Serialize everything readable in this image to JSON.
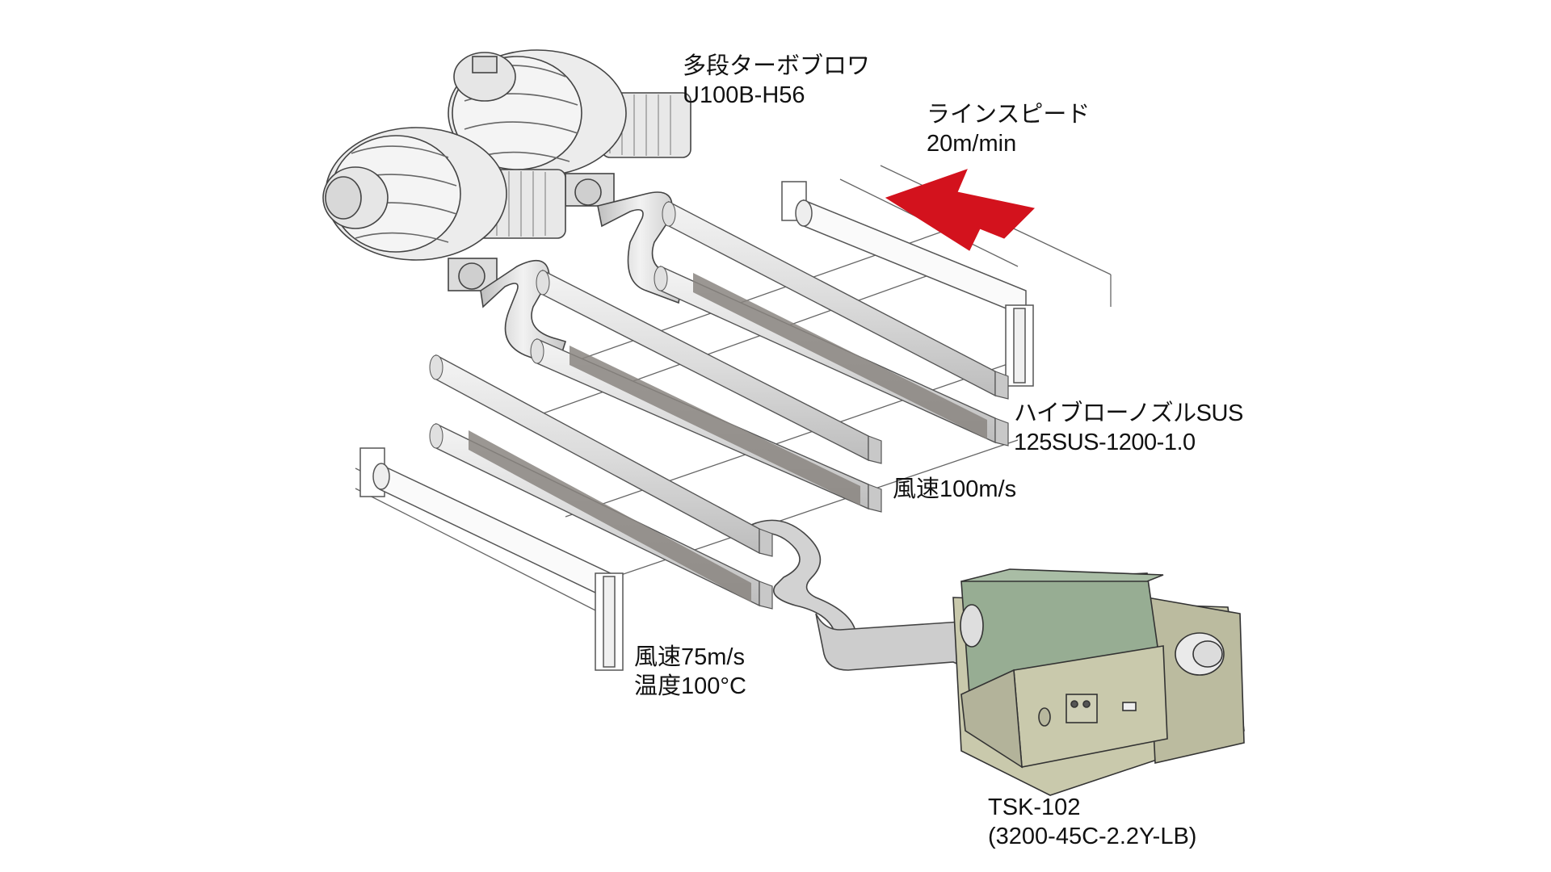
{
  "labels": {
    "blower": {
      "line1": "多段ターボブロワ",
      "line2": "U100B-H56"
    },
    "line_speed": {
      "line1": "ラインスピード",
      "line2": "20m/min"
    },
    "nozzle": {
      "line1": "ハイブローノズルSUS",
      "line2": "125SUS-1200-1.0"
    },
    "wind_upper": {
      "line1": "風速100m/s"
    },
    "wind_lower": {
      "line1": "風速75m/s",
      "line2": "温度100°C"
    },
    "heater": {
      "line1": "TSK-102",
      "line2": "(3200-45C-2.2Y-LB)"
    }
  },
  "colors": {
    "arrow": "#d3121d",
    "heater_body": "#97ad93",
    "heater_base": "#c9c9ac",
    "nozzle_body": "#d9d9d9",
    "nozzle_slot": "#8a8580",
    "blower_body": "#ececec"
  },
  "icons": [
    "turbo-blower-icon",
    "hot-air-heater-icon",
    "air-nozzle-icon",
    "direction-arrow-icon"
  ]
}
